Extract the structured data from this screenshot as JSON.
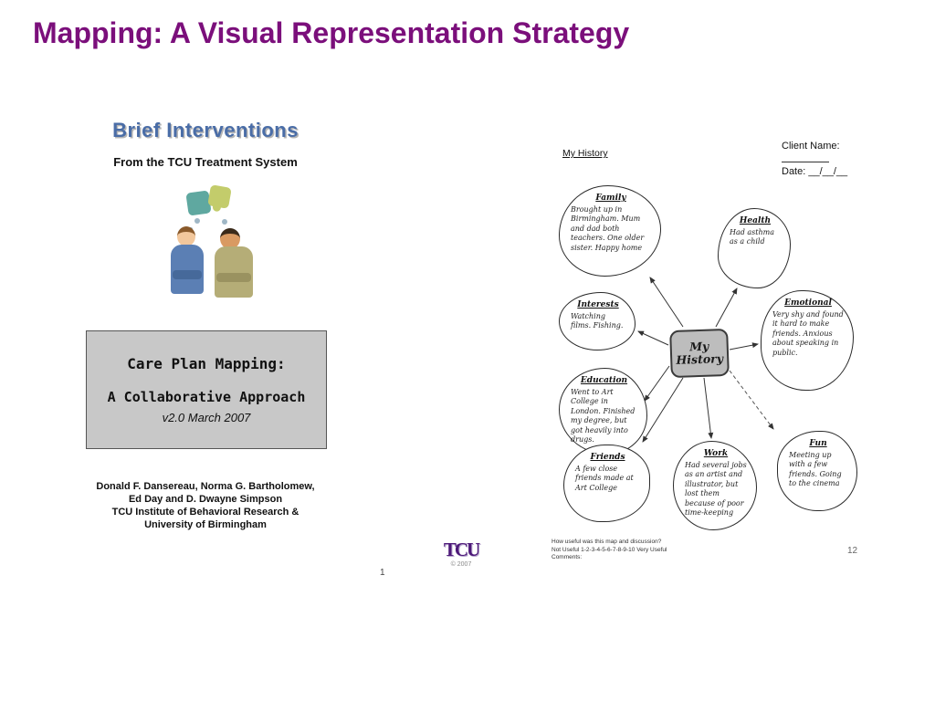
{
  "slide": {
    "title": "Mapping:  A Visual Representation Strategy"
  },
  "colors": {
    "title_purple": "#7b0f7b",
    "heading_blue": "#4a6da7",
    "logo_purple": "#4d1979",
    "node_gray": "#bdbdbd",
    "box_gray": "#c8c8c8"
  },
  "left_slide": {
    "heading": "Brief Interventions",
    "subheading": "From the TCU Treatment System",
    "box": {
      "line1": "Care Plan Mapping:",
      "line2": "A Collaborative Approach",
      "line3": "v2.0 March 2007"
    },
    "authors": [
      "Donald F. Dansereau, Norma G. Bartholomew,",
      "Ed Day and D. Dwayne Simpson",
      "TCU Institute of Behavioral Research &",
      "University of Birmingham"
    ],
    "page_number": "1",
    "logo_text": "TCU",
    "logo_copyright": "© 2007"
  },
  "map": {
    "header_left": "My History",
    "client_name_label": "Client Name:",
    "date_label": "Date: __/__/__",
    "center_label": "My\nHistory",
    "nodes": [
      {
        "title": "Family",
        "text": "Brought up in Birmingham. Mum and dad both teachers. One older sister. Happy home"
      },
      {
        "title": "Health",
        "text": "Had asthma as a child"
      },
      {
        "title": "Interests",
        "text": "Watching films. Fishing."
      },
      {
        "title": "Emotional",
        "text": "Very shy and found it hard to make friends. Anxious about speaking in public."
      },
      {
        "title": "Education",
        "text": "Went to Art College in London. Finished my degree, but got heavily into drugs."
      },
      {
        "title": "Friends",
        "text": "A few close friends made at Art College"
      },
      {
        "title": "Work",
        "text": "Had several jobs as an artist and illustrator, but lost them because of poor time-keeping"
      },
      {
        "title": "Fun",
        "text": "Meeting up with a few friends. Going to the cinema"
      }
    ],
    "footer_lines": [
      "How useful was this map and discussion?",
      "Not Useful  1-2-3-4-5-6-7-8-9-10   Very Useful",
      "Comments:"
    ],
    "page_number": "12"
  }
}
